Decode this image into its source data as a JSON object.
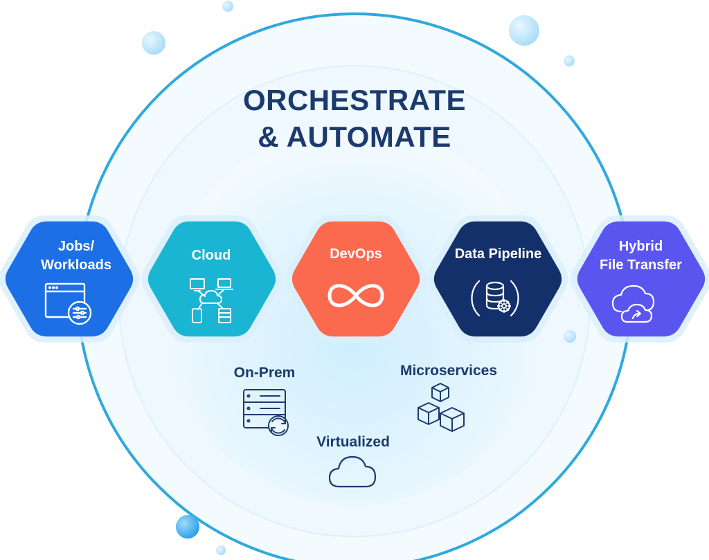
{
  "title": {
    "line1": "ORCHESTRATE",
    "line2": "& AUTOMATE"
  },
  "hexagons": [
    {
      "line1": "Jobs/",
      "line2": "Workloads",
      "icon": "workload-window-icon",
      "color": "#1d6fe5"
    },
    {
      "line1": "Cloud",
      "line2": "",
      "icon": "cloud-network-icon",
      "color": "#1bb5d4"
    },
    {
      "line1": "DevOps",
      "line2": "",
      "icon": "infinity-loop-icon",
      "color": "#fb6a4f"
    },
    {
      "line1": "Data Pipeline",
      "line2": "",
      "icon": "database-gear-icon",
      "color": "#14306b"
    },
    {
      "line1": "Hybrid",
      "line2": "File Transfer",
      "icon": "cloud-transfer-icon",
      "color": "#5b55f0"
    }
  ],
  "environments": [
    {
      "label": "On-Prem",
      "icon": "server-rack-icon"
    },
    {
      "label": "Microservices",
      "icon": "cubes-icon"
    },
    {
      "label": "Virtualized",
      "icon": "cloud-icon"
    }
  ],
  "colors": {
    "title": "#1c3a6e",
    "circle_outline": "#2fa9dd",
    "circle_fill": "#eaf6fd",
    "bubble": "#bfe6fa"
  }
}
